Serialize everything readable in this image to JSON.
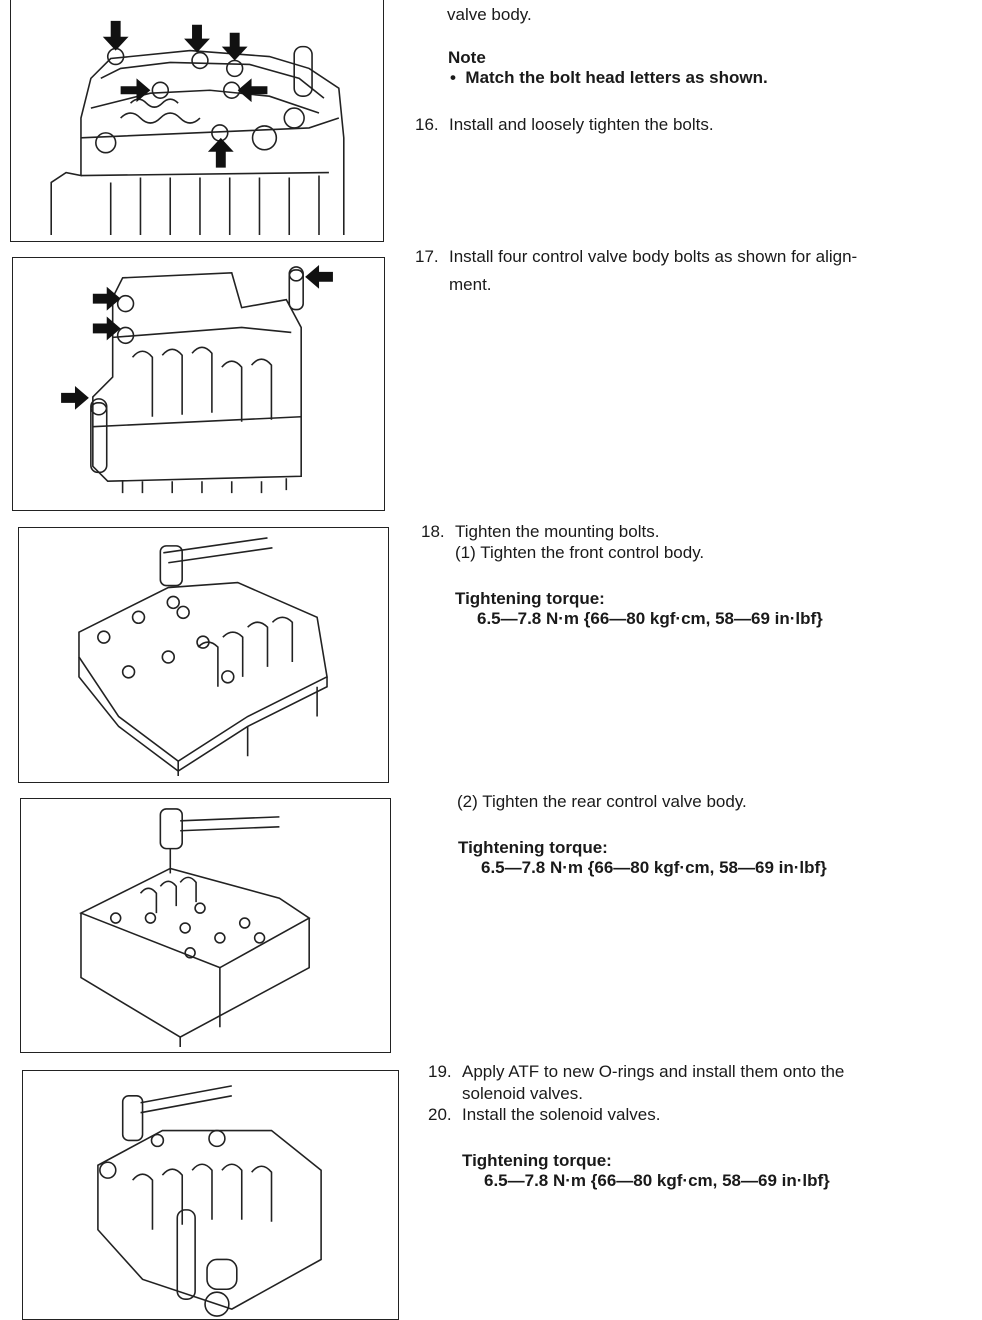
{
  "intro": "valve body.",
  "note": {
    "heading": "Note",
    "bullet": "•",
    "text": "Match the bolt head letters as shown."
  },
  "steps": {
    "s16": {
      "num": "16.",
      "text": "Install and loosely tighten the bolts."
    },
    "s17": {
      "num": "17.",
      "line1": "Install four control valve body bolts as shown for align-",
      "line2": "ment."
    },
    "s18": {
      "num": "18.",
      "text": "Tighten the mounting bolts.",
      "sub1": "(1)  Tighten the front control body."
    },
    "s18b": {
      "sub2": "(2)  Tighten the rear control valve body."
    },
    "s19": {
      "num": "19.",
      "line1": "Apply ATF to new O-rings and install them onto the",
      "line2": "solenoid valves."
    },
    "s20": {
      "num": "20.",
      "text": "Install the solenoid valves."
    }
  },
  "torque": {
    "label": "Tightening torque:",
    "value": "6.5—7.8 N·m {66—80 kgf·cm, 58—69 in·lbf}"
  }
}
